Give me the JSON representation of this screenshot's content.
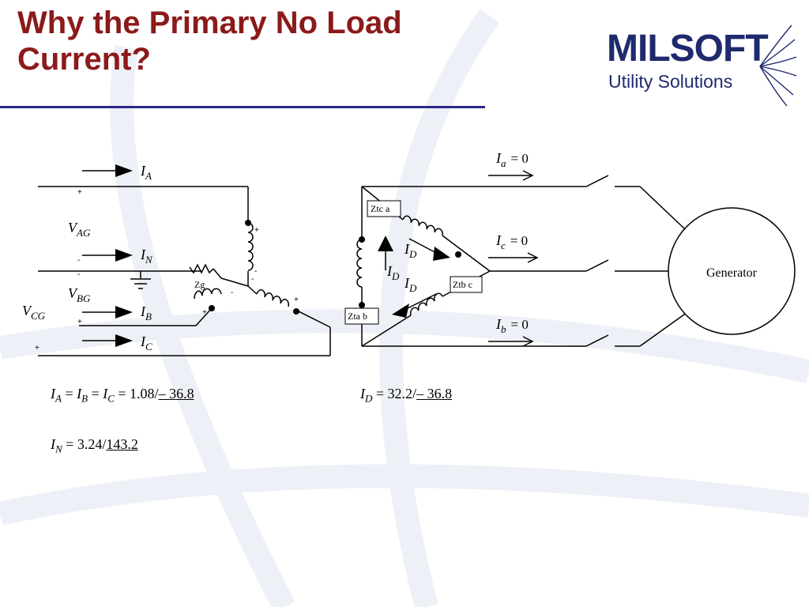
{
  "slide": {
    "title": "Why the Primary No Load Current?"
  },
  "logo": {
    "name": "MILSOFT",
    "tagline": "Utility Solutions"
  },
  "labels": {
    "I": "I",
    "V": "V",
    "A": "A",
    "N": "N",
    "B": "B",
    "C": "C",
    "D": "D",
    "AG": "AG",
    "BG": "BG",
    "CG": "CG",
    "a": "a",
    "b": "b",
    "c": "c",
    "eq_zero": "= 0",
    "zg": "Zg",
    "ztca": "Ztc a",
    "ztbc": "Ztb c",
    "ztab": "Zta b",
    "generator": "Generator",
    "plus": "+",
    "minus": "-"
  },
  "equations": {
    "eq": "=",
    "iabc_mag": "1.08/",
    "iabc_angle": "– 36.8",
    "id_mag": "32.2/",
    "id_angle": "– 36.8",
    "in_mag": "3.24/",
    "in_angle": "143.2"
  }
}
